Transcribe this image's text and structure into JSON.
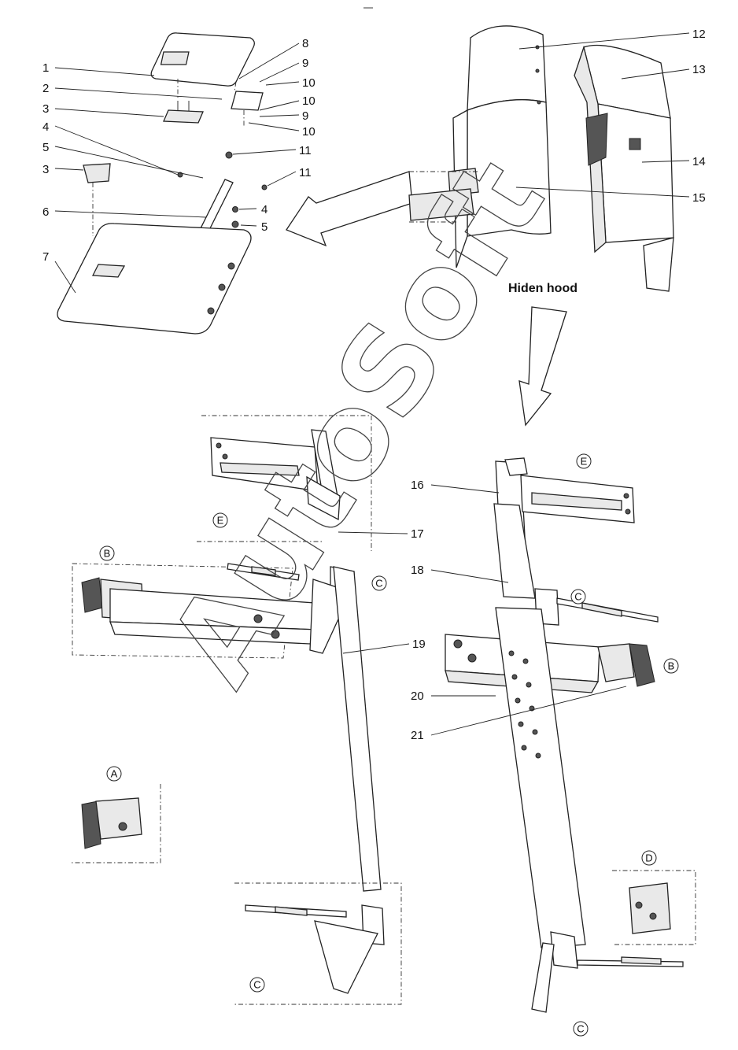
{
  "diagram": {
    "callouts": [
      {
        "id": 1,
        "text": "1"
      },
      {
        "id": 2,
        "text": "2"
      },
      {
        "id": 3,
        "text": "3"
      },
      {
        "id": 4,
        "text": "4"
      },
      {
        "id": 5,
        "text": "5"
      },
      {
        "id": 33,
        "text": "3"
      },
      {
        "id": 6,
        "text": "6"
      },
      {
        "id": 7,
        "text": "7"
      },
      {
        "id": 8,
        "text": "8"
      },
      {
        "id": 9,
        "text": "9"
      },
      {
        "id": 10,
        "text": "10"
      },
      {
        "id": 101,
        "text": "10"
      },
      {
        "id": 92,
        "text": "9"
      },
      {
        "id": 102,
        "text": "10"
      },
      {
        "id": 11,
        "text": "11"
      },
      {
        "id": 111,
        "text": "11"
      },
      {
        "id": 44,
        "text": "4"
      },
      {
        "id": 55,
        "text": "5"
      },
      {
        "id": 12,
        "text": "12"
      },
      {
        "id": 13,
        "text": "13"
      },
      {
        "id": 14,
        "text": "14"
      },
      {
        "id": 15,
        "text": "15"
      },
      {
        "id": 16,
        "text": "16"
      },
      {
        "id": 17,
        "text": "17"
      },
      {
        "id": 18,
        "text": "18"
      },
      {
        "id": 19,
        "text": "19"
      },
      {
        "id": 20,
        "text": "20"
      },
      {
        "id": 21,
        "text": "21"
      }
    ],
    "hood_label": "Hiden hood",
    "detail_letters": {
      "e_left": "E",
      "b_left": "B",
      "c_mid": "C",
      "a": "A",
      "c_bottom": "C",
      "e_right": "E",
      "c_right": "C",
      "b_right": "B",
      "d": "D",
      "c_right_bottom": "C"
    },
    "watermark": "AutoSoft"
  }
}
